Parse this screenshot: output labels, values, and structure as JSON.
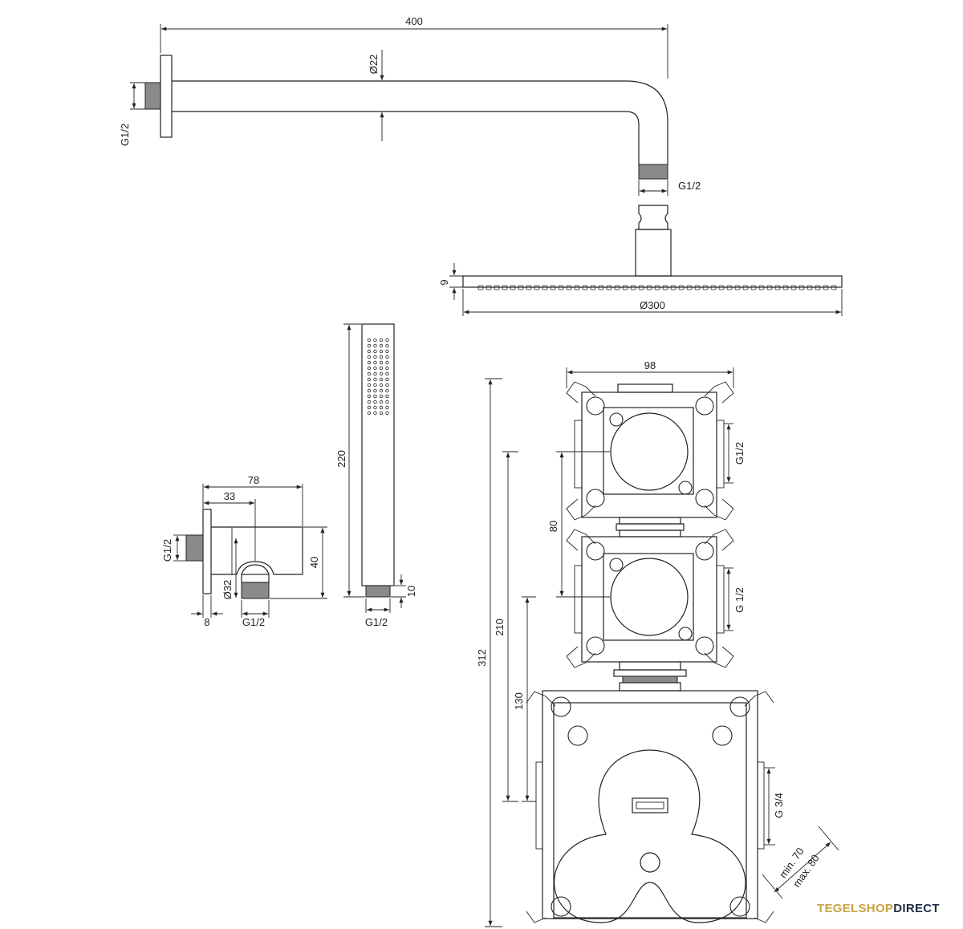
{
  "dimensions": {
    "arm_length": "400",
    "arm_diameter": "Ø22",
    "wall_thread": "G1/2",
    "arm_end_thread": "G1/2",
    "head_thickness": "9",
    "head_diameter": "Ø300",
    "hand_shower_length": "220",
    "hand_shower_end": "10",
    "hand_shower_thread": "G1/2",
    "outlet_width": "78",
    "outlet_offset": "33",
    "outlet_height": "40",
    "outlet_diameter": "Ø32",
    "outlet_wall_thread": "G1/2",
    "outlet_bottom_thread": "G1/2",
    "outlet_plate": "8",
    "box_width": "98",
    "valve1_thread": "G1/2",
    "valve2_thread": "G 1/2",
    "valve_pitch": "80",
    "total_height": "312",
    "height_210": "210",
    "height_130": "130",
    "main_thread": "G 3/4",
    "depth_min": "min. 70",
    "depth_max": "max. 80"
  },
  "brand": {
    "part1": "TEGELSHOP",
    "part2": "DIRECT",
    "color1": "#c8a441",
    "color2": "#1f2a44"
  }
}
